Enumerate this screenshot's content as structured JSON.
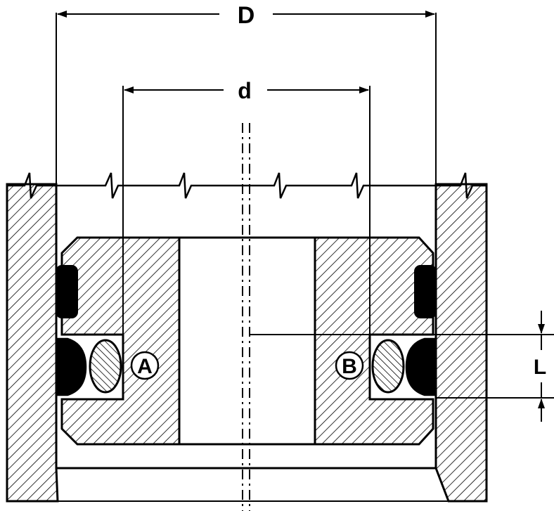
{
  "labels": {
    "outer_diameter": "D",
    "inner_diameter": "d",
    "groove_length": "L",
    "seal_a": "A",
    "seal_b": "B"
  },
  "colors": {
    "line": "#000000",
    "background": "#ffffff",
    "seal_fill": "#000000"
  }
}
